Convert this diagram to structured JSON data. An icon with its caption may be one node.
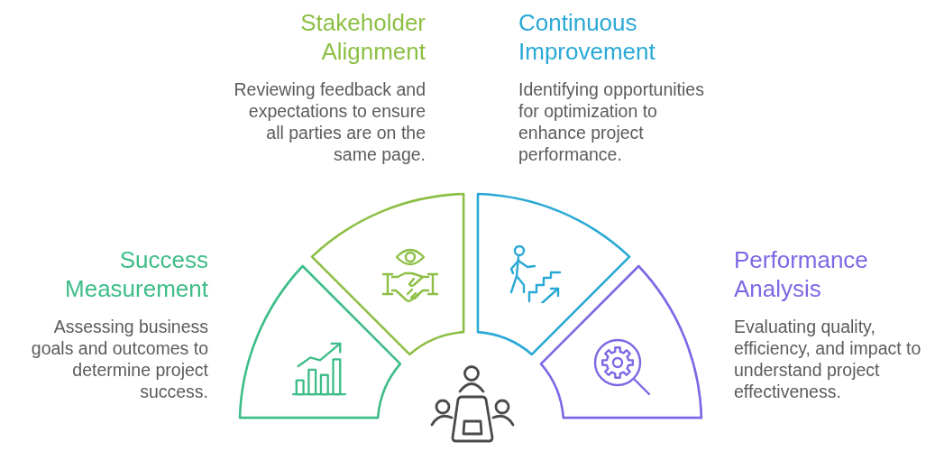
{
  "diagram": {
    "nodes": [
      {
        "text": [
          "Success Measurement",
          "Assessing business goals and outcomes to determine project success."
        ]
      },
      {
        "text": [
          "Stakeholder Alignment",
          "Reviewing feedback and expectations to ensure all parties are on the same page."
        ]
      },
      {
        "text": [
          "Continuous Improvement",
          "Identifying opportunities for optimization to enhance project performance."
        ]
      },
      {
        "text": [
          "Performance Analysis",
          "Evaluating quality, efficiency, and impact to understand project effectiveness."
        ]
      }
    ]
  }
}
